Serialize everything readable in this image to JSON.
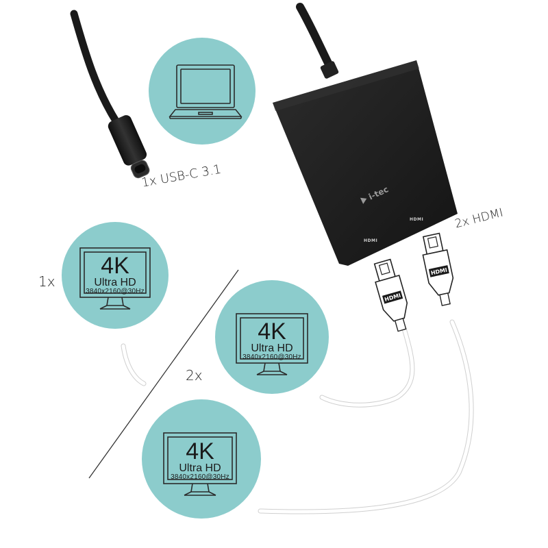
{
  "labels": {
    "usb_c": "1x USB-C 3.1",
    "hdmi_out": "2x HDMI",
    "single_count": "1x",
    "dual_count": "2x"
  },
  "monitor": {
    "resolution_class": "4K",
    "ultra_hd": "Ultra HD",
    "spec": "3840x2160@30Hz"
  },
  "device": {
    "brand": "i-tec",
    "port_left": "HDMI",
    "port_right": "HDMI"
  },
  "connector": {
    "plug_label": "HDMI"
  },
  "colors": {
    "circle": "#8ccccc",
    "device_body": "#1c1c1c",
    "cable_black": "#1a1a1a",
    "cable_white": "#ffffff",
    "line_art": "#2a2a2a"
  },
  "icons": [
    "laptop-icon",
    "monitor-icon",
    "usb-c-plug-icon",
    "hdmi-plug-icon"
  ]
}
